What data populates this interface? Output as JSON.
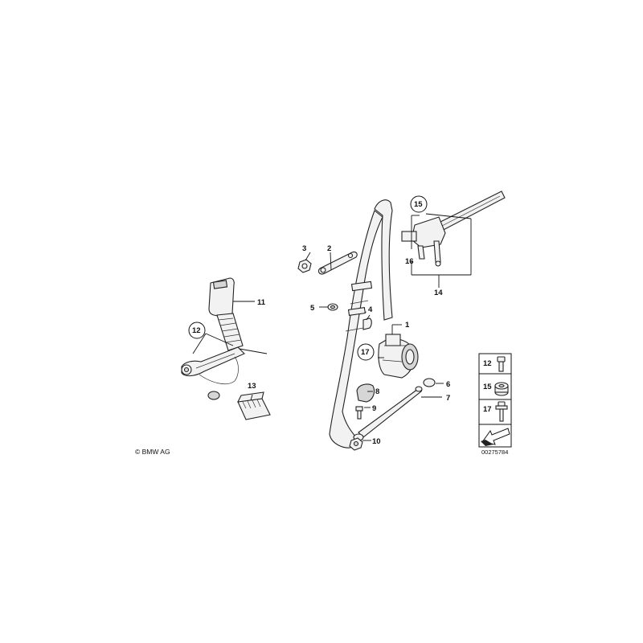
{
  "callouts": {
    "c1": "1",
    "c2": "2",
    "c3": "3",
    "c4": "4",
    "c5": "5",
    "c6": "6",
    "c7": "7",
    "c8": "8",
    "c9": "9",
    "c10": "10",
    "c11": "11",
    "c12": "12",
    "c13": "13",
    "c14": "14",
    "c15": "15",
    "c16": "16",
    "c17": "17"
  },
  "legend": {
    "row1": "12",
    "row2": "15",
    "row3": "17"
  },
  "footer": {
    "copyright": "© BMW AG",
    "document_number": "00275784"
  }
}
